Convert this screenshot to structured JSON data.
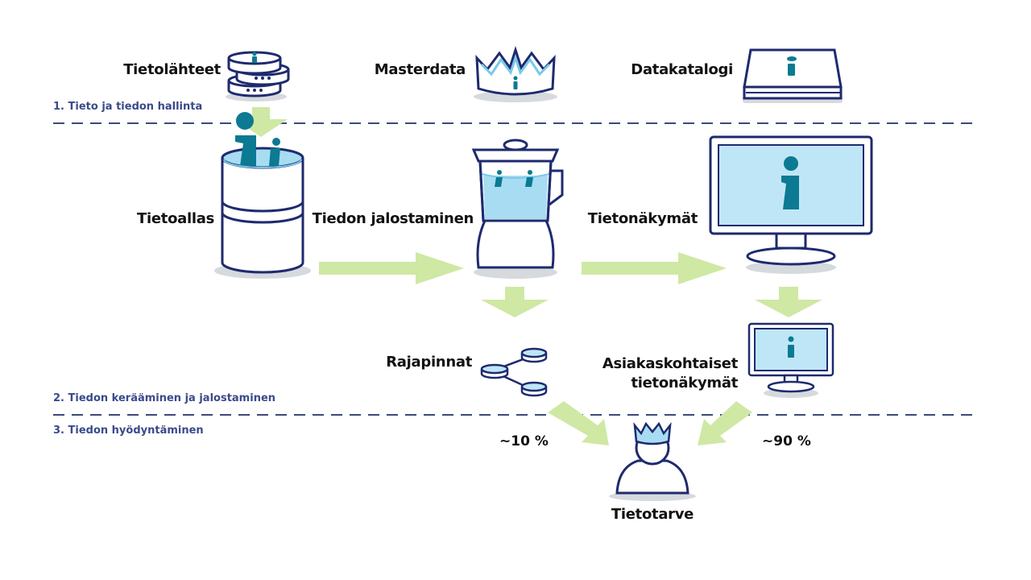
{
  "labels": {
    "tietolahteet": "Tietolähteet",
    "masterdata": "Masterdata",
    "datakatalogi": "Datakatalogi",
    "tietoallas": "Tietoallas",
    "jalostaminen": "Tiedon jalostaminen",
    "tietonakymat": "Tietonäkymät",
    "rajapinnat": "Rajapinnat",
    "asiakas_line1": "Asiakaskohtaiset",
    "asiakas_line2": "tietonäkymät",
    "tietotarve": "Tietotarve"
  },
  "sections": {
    "s1": "1. Tieto ja tiedon hallinta",
    "s2": "2. Tiedon kerääminen ja jalostaminen",
    "s3": "3. Tiedon hyödyntäminen"
  },
  "shares": {
    "left": "~10 %",
    "right": "~90 %"
  },
  "colors": {
    "outline": "#1e2a6e",
    "arrow": "#cfe8a4",
    "teal": "#0b7a92",
    "light_blue": "#bfe6f7",
    "water": "#a8dcf2",
    "shadow": "#d6d9dd",
    "section_text": "#3a4a8a",
    "divider": "#3a4a7a"
  },
  "icons": [
    "database-stack-icon",
    "crown-icon",
    "book-icon",
    "barrel-icon",
    "blender-icon",
    "monitor-icon",
    "network-nodes-icon",
    "small-monitor-icon",
    "crowned-person-icon",
    "info-icon"
  ]
}
